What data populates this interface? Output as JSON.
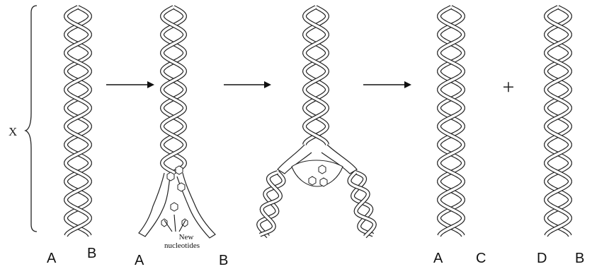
{
  "diagram": {
    "bracket_label": "X",
    "stage_arrows": [
      "arrow-1",
      "arrow-2",
      "arrow-3"
    ],
    "stage1": {
      "strand_left": "A",
      "strand_right": "B"
    },
    "stage2": {
      "strand_left": "A",
      "strand_right": "B",
      "note_line1": "New",
      "note_line2": "nucleotides"
    },
    "plus_sign": "+",
    "result1": {
      "strand_left": "A",
      "strand_right": "C"
    },
    "result2": {
      "strand_left": "D",
      "strand_right": "B"
    },
    "colors": {
      "line": "#222222",
      "background": "#ffffff"
    }
  }
}
